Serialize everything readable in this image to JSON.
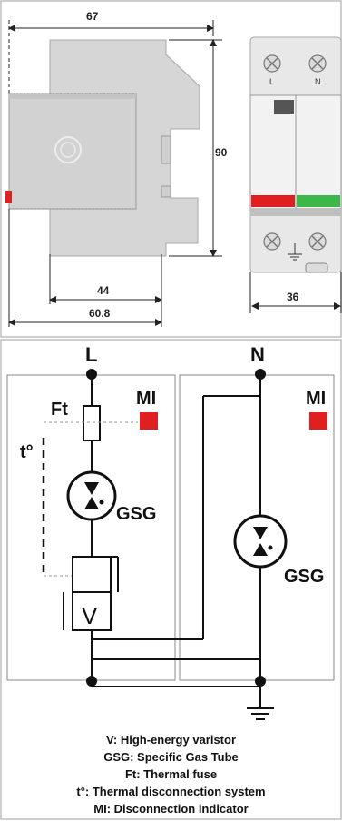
{
  "dimensions": {
    "width_label": "67",
    "height_label": "90",
    "depth_label": "44",
    "overall_label": "60.8",
    "module_width_label": "36"
  },
  "front_view": {
    "top_terminals": [
      "L",
      "N"
    ]
  },
  "schematic": {
    "line_label": "L",
    "neutral_label": "N",
    "fuse_label": "Ft",
    "thermal_label": "t°",
    "indicator_label_left": "MI",
    "indicator_label_right": "MI",
    "varistor_symbol": "V",
    "gas_tube_label_left": "GSG",
    "gas_tube_label_right": "GSG"
  },
  "legend": [
    "V: High-energy varistor",
    "GSG: Specific Gas Tube",
    "Ft: Thermal fuse",
    "t°: Thermal disconnection system",
    "MI: Disconnection indicator"
  ],
  "colors": {
    "indicator_red": "#e02020",
    "indicator_green": "#3fb64a",
    "housing_gray": "#d6d6d6",
    "housing_light": "#e8e8e8"
  }
}
